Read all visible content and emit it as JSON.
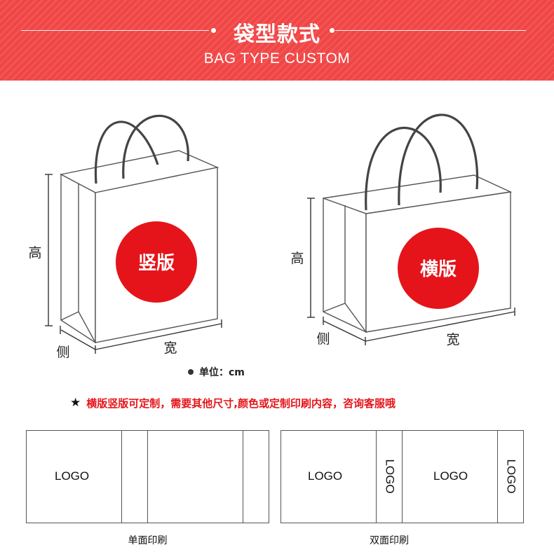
{
  "header": {
    "title": "袋型款式",
    "subtitle": "BAG TYPE CUSTOM",
    "bg_color": "#f14646"
  },
  "bags": {
    "vertical": {
      "badge": "竖版",
      "height_label": "高",
      "side_label": "侧",
      "width_label": "宽"
    },
    "horizontal": {
      "badge": "横版",
      "height_label": "高",
      "side_label": "侧",
      "width_label": "宽"
    },
    "badge_color": "#e5141a"
  },
  "unit": {
    "label": "单位：cm"
  },
  "note": {
    "icon": "star-icon",
    "text": "横版竖版可定制，需要其他尺寸,颜色或定制印刷内容，咨询客服哦",
    "color": "#e5141a"
  },
  "layouts": {
    "single": {
      "logo": "LOGO",
      "caption": "单面印刷"
    },
    "double": {
      "logo_front": "LOGO",
      "logo_side_1": "LOGO",
      "logo_back": "LOGO",
      "logo_side_2": "LOGO",
      "caption": "双面印刷"
    }
  }
}
